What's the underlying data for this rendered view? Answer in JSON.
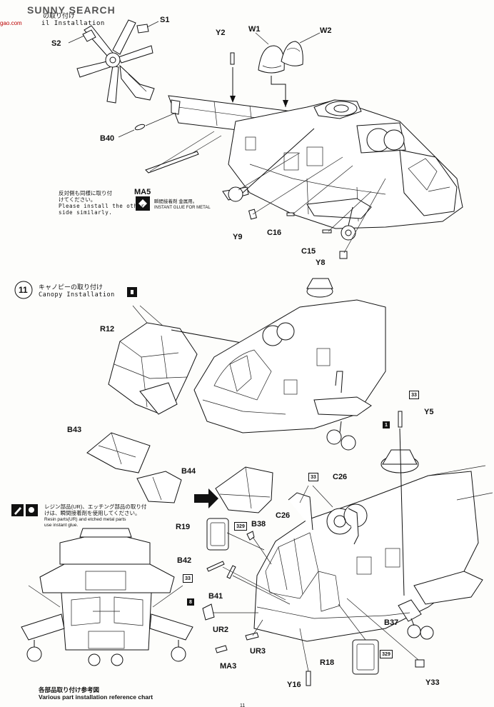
{
  "header": {
    "watermark": "SUNNY SEARCH",
    "watermark_small": "gao.com",
    "step10_title_jp": "の取り付け",
    "step10_title_en": "il Installation"
  },
  "step10": {
    "labels": {
      "S1": "S1",
      "S2": "S2",
      "Y2": "Y2",
      "W1": "W1",
      "W2": "W2",
      "B40": "B40",
      "MA5": "MA5",
      "Y9": "Y9",
      "C16": "C16",
      "C15": "C15",
      "Y8": "Y8"
    },
    "note_jp": [
      "反対側も同様に取り付",
      "けてください。"
    ],
    "note_en": [
      "Please install the other",
      "side similarly."
    ],
    "glue_jp": "瞬間接着剤 金属用。",
    "glue_en": "INSTANT GLUE FOR METAL"
  },
  "step11": {
    "number": "11",
    "title_jp": "キャノピーの取り付け",
    "title_en": "Canopy Installation",
    "labels": {
      "R12": "R12",
      "B43": "B43",
      "B44": "B44",
      "Y5": "Y5",
      "C26a": "C26",
      "C26b": "C26",
      "R19": "R19",
      "B38": "B38",
      "B42": "B42",
      "B41": "B41",
      "UR2": "UR2",
      "UR3": "UR3",
      "MA3": "MA3",
      "Y16": "Y16",
      "R18": "R18",
      "B37": "B37",
      "Y33": "Y33"
    },
    "badges": {
      "b33a": "33",
      "b1": "1",
      "b33b": "33",
      "b329a": "329",
      "b33c": "33",
      "b8": "8",
      "b329b": "329"
    },
    "resin_note_jp": [
      "レジン部品(UR)、エッチング部品の取り付",
      "けは、瞬間接着剤を使用してください。"
    ],
    "resin_note_en": [
      "Resin parts(UR) and etched metal parts",
      "use instant glue."
    ]
  },
  "reference": {
    "title_jp": "各部品取り付け参考図",
    "title_en": "Various part installation reference chart"
  },
  "footer": {
    "page_number": "11"
  }
}
